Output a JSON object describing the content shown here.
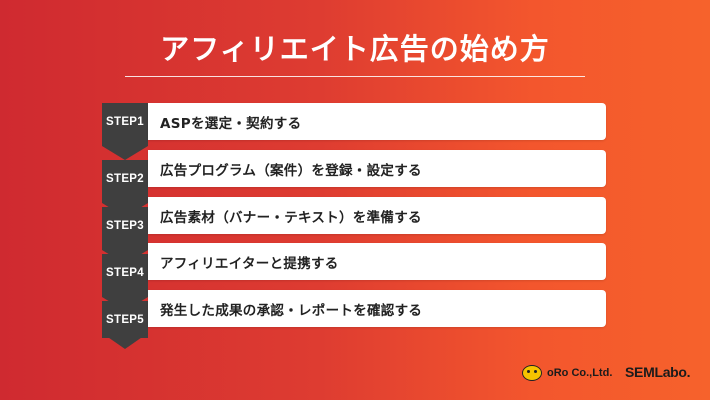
{
  "title": "アフィリエイト広告の始め方",
  "steps": [
    {
      "label": "STEP1",
      "text": "ASPを選定・契約する"
    },
    {
      "label": "STEP2",
      "text": "広告プログラム（案件）を登録・設定する"
    },
    {
      "label": "STEP3",
      "text": "広告素材（バナー・テキスト）を準備する"
    },
    {
      "label": "STEP4",
      "text": "アフィリエイターと提携する"
    },
    {
      "label": "STEP5",
      "text": "発生した成果の承認・レポートを確認する"
    }
  ],
  "logos": {
    "oro": "oRo Co.,Ltd.",
    "sem": "SEMLabo."
  },
  "colors": {
    "gradient_start": "#cf2a30",
    "gradient_end": "#f6622c",
    "step_label_bg": "#3f3f3f",
    "card_bg": "#ffffff"
  }
}
